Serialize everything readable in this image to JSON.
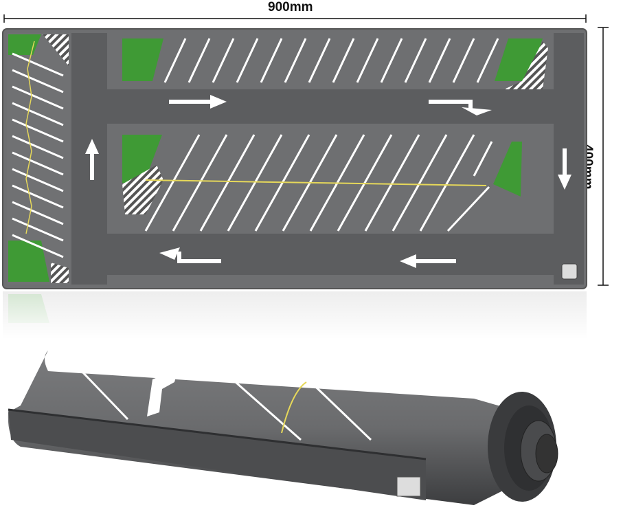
{
  "dimensions": {
    "width_label": "900mm",
    "height_label": "400mm"
  },
  "product": {
    "type": "parking-lot mouse pad",
    "colors": {
      "asphalt": "#6e6f71",
      "lane": "#5a5b5d",
      "line": "#ffffff",
      "yellow_line": "#e6d85a",
      "grass": "#3f9a35"
    },
    "icons": [
      "arrow-right-icon",
      "arrow-down-icon",
      "arrow-left-icon",
      "arrow-up-icon",
      "logo-badge-icon"
    ]
  }
}
